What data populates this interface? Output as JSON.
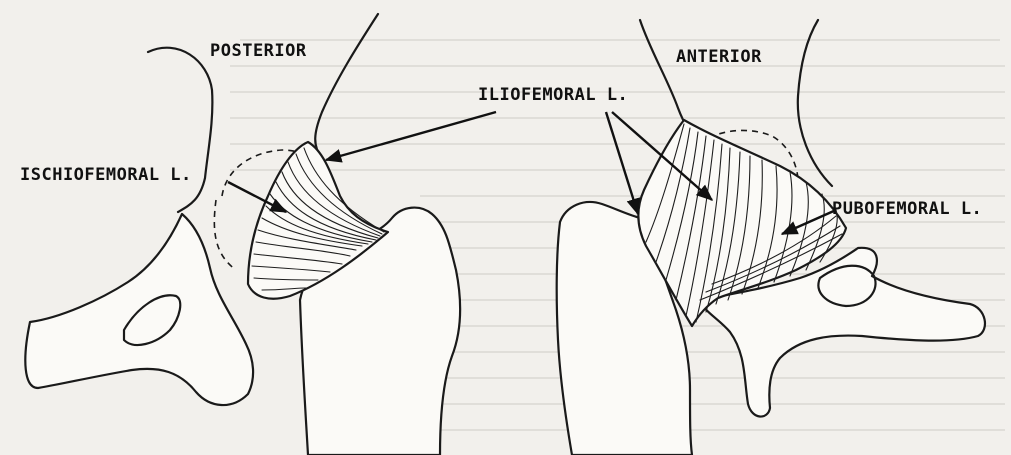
{
  "labels": {
    "posterior": "POSTERIOR",
    "anterior": "ANTERIOR",
    "iliofemoral": "ILIOFEMORAL L.",
    "ischiofemoral": "ISCHIOFEMORAL L.",
    "pubofemoral": "PUBOFEMORAL L."
  }
}
